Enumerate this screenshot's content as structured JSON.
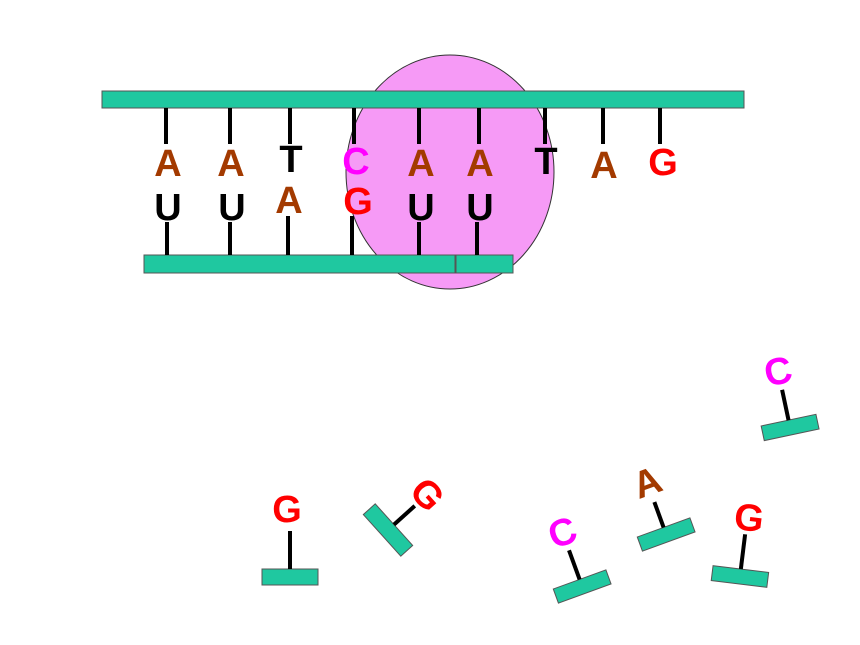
{
  "colors": {
    "backbone": "#1fc8a0",
    "enzyme": "#f69af6",
    "A": "#a33a00",
    "T": "#000000",
    "U": "#000000",
    "C": "#ff00ff",
    "G": "#ff0000"
  },
  "template_strand": [
    "A",
    "A",
    "T",
    "C",
    "A",
    "A",
    "T",
    "A",
    "G"
  ],
  "rna_strand": [
    "U",
    "U",
    "A",
    "G",
    "U",
    "U"
  ],
  "free_nucleotides": [
    "C",
    "G",
    "G",
    "A",
    "C",
    "G"
  ]
}
